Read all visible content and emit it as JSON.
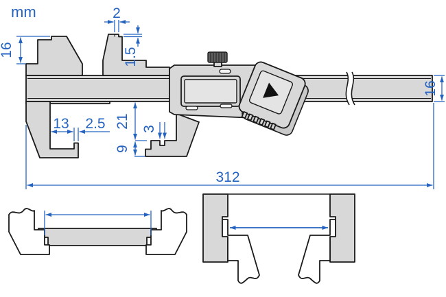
{
  "drawing": {
    "unit_label": "mm",
    "dimensions": {
      "jaw_tip_width": "2",
      "jaw_tip_step_depth": "1.5",
      "left_jaw_tip_height": "16",
      "lower_jaw_groove_offset": "13",
      "lower_jaw_tab_width": "2.5",
      "slider_jaw_depth": "21",
      "slider_jaw_tab_width": "3",
      "slider_jaw_foot_height": "9",
      "overall_length": "312",
      "beam_height": "16"
    },
    "colors": {
      "dimension_blue": "#2563c0",
      "part_fill": "#d8d8d8",
      "part_shadow": "#c9c9c9",
      "part_light": "#e4e4e4",
      "outline": "#1a1a1a",
      "display_button_dark": "#5f5f5f"
    }
  }
}
